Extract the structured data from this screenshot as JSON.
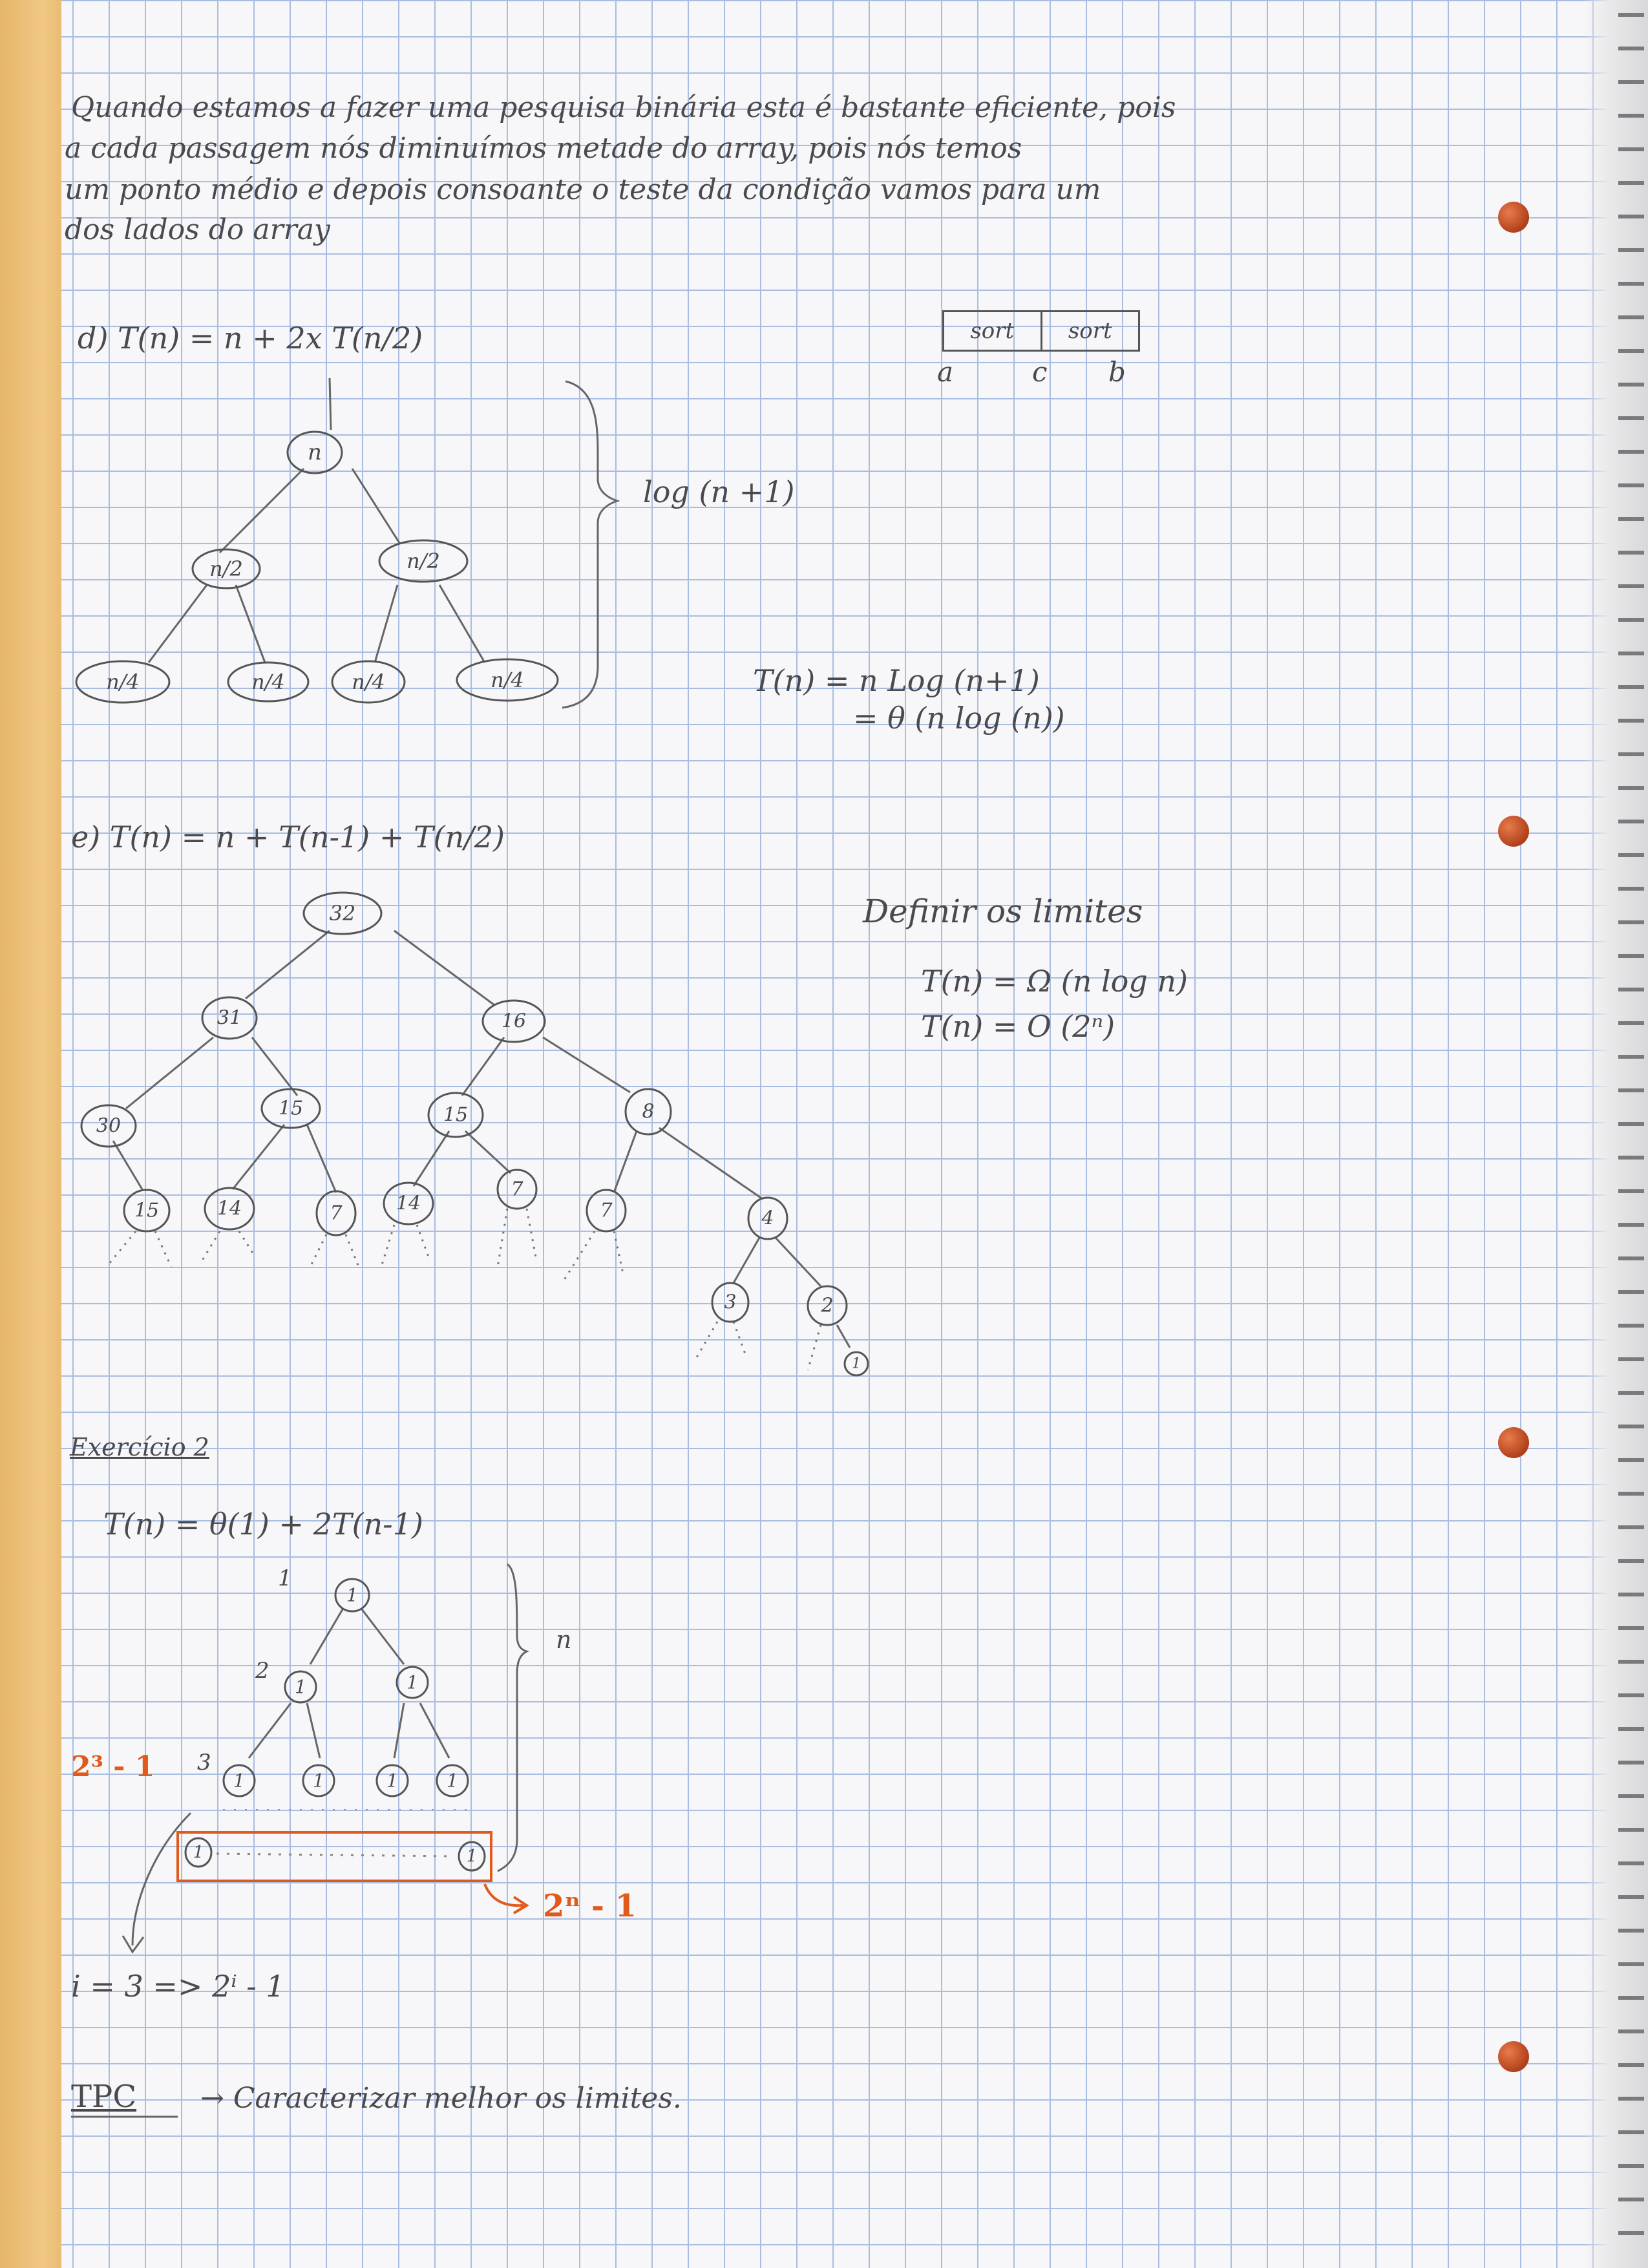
{
  "intro_lines": [
    "Quando estamos a fazer uma pesquisa binária esta é bastante eficiente, pois",
    "a cada passagem nós diminuímos metade do array, pois nós temos",
    "um ponto médio e depois consoante o teste da condição vamos para um",
    "dos lados do array"
  ],
  "part_d": {
    "equation": "d) T(n) = n + 2x T(n/2)",
    "array_cells": [
      "sort",
      "sort"
    ],
    "array_labels": [
      "a",
      "c",
      "b"
    ],
    "brace_label": "log (n +1)",
    "result_1": "T(n) = n Log (n+1)",
    "result_2": "= θ (n log (n))",
    "tree_root": "n",
    "tree_level1": [
      "n/2",
      "n/2"
    ],
    "tree_level2": [
      "n/4",
      "n/4",
      "n/4",
      "n/4"
    ]
  },
  "part_e": {
    "equation": "e) T(n) = n + T(n-1) + T(n/2)",
    "limits_title": "Definir os limites",
    "limit_lower": "T(n) = Ω (n log n)",
    "limit_upper": "T(n) = O (2ⁿ)",
    "nodes": [
      "32",
      "31",
      "16",
      "30",
      "15",
      "15",
      "8",
      "15",
      "14",
      "7",
      "14",
      "7",
      "7",
      "4",
      "3",
      "2",
      "1"
    ]
  },
  "exercise_2": {
    "title": "Exercício 2",
    "equation": "T(n) = θ(1) + 2T(n-1)",
    "level_labels": [
      "1",
      "2",
      "3"
    ],
    "node_label": "1",
    "brace_label": "n",
    "orange_left": "2³ - 1",
    "orange_right": "2ⁿ - 1",
    "bottom_formula": "i = 3  =>  2ⁱ - 1"
  },
  "tpc": {
    "label": "TPC",
    "text": "→ Caracterizar melhor os limites."
  },
  "colors": {
    "grid": "#a9bde0",
    "ink": "#4a4a4e",
    "orange": "#e05a1c",
    "margin": "#f0c783"
  }
}
